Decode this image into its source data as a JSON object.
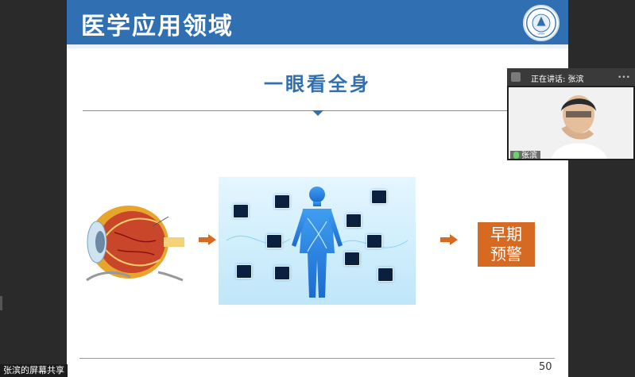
{
  "slide": {
    "title": "医学应用领域",
    "section_title": "一眼看全身",
    "early_warning": "早期\n预警",
    "page_number": "50"
  },
  "video": {
    "speaking_label": "正在讲话: 张滨",
    "participant_name": "张滨"
  },
  "share": {
    "label": "张滨的屏幕共享"
  },
  "colors": {
    "header_blue": "#2f6fb2",
    "arrow_orange": "#d66a23",
    "box_orange": "#d66a23"
  }
}
